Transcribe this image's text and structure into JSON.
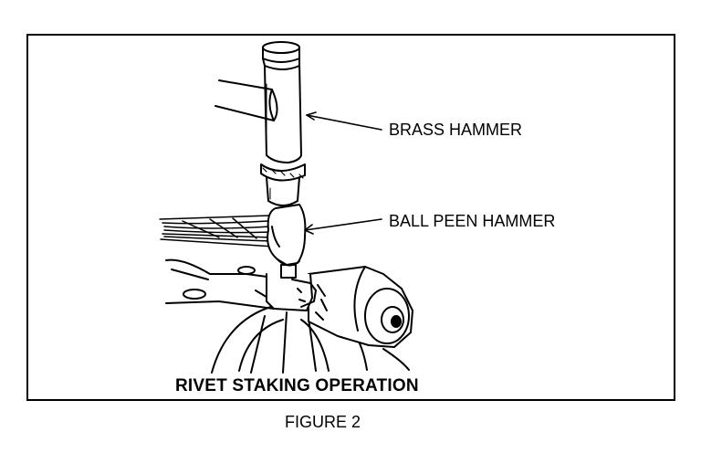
{
  "figure": {
    "labels": {
      "brass_hammer": "BRASS HAMMER",
      "ball_peen_hammer": "BALL PEEN HAMMER",
      "operation_caption": "RIVET STAKING OPERATION"
    },
    "figure_caption": "FIGURE 2"
  },
  "colors": {
    "ink": "#000000",
    "paper": "#ffffff"
  }
}
